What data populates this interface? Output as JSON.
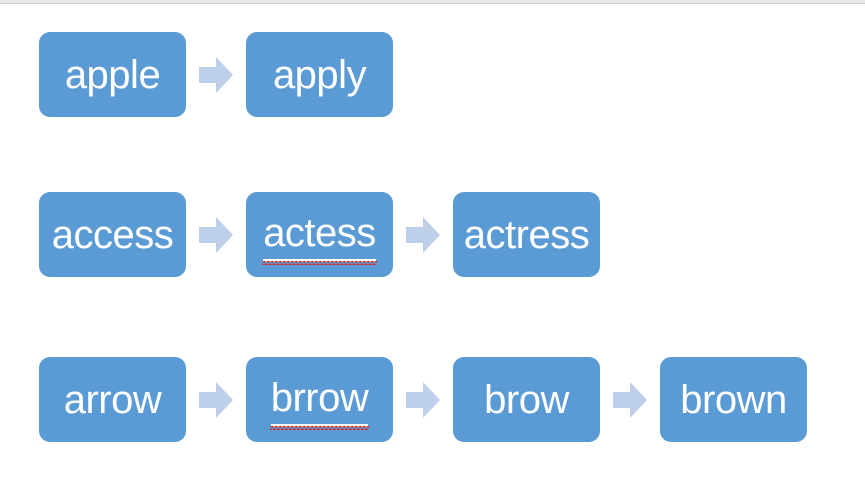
{
  "slide": {
    "colors": {
      "background": "#ffffff",
      "top_border": "#e8e8e8",
      "top_border_edge": "#d2d2d2",
      "box_fill": "#5b9bd5",
      "arrow_fill": "#bdcfe9",
      "word_text": "#ffffff",
      "underline": "#ffffff",
      "squiggle": "#e0261f"
    },
    "arrow_icon": "right-block-arrow",
    "rows": [
      {
        "words": [
          {
            "text": "apple",
            "misspelled": false
          },
          {
            "text": "apply",
            "misspelled": false
          }
        ]
      },
      {
        "words": [
          {
            "text": "access",
            "misspelled": false
          },
          {
            "text": "actess",
            "misspelled": true
          },
          {
            "text": "actress",
            "misspelled": false
          }
        ]
      },
      {
        "words": [
          {
            "text": "arrow",
            "misspelled": false
          },
          {
            "text": "brrow",
            "misspelled": true
          },
          {
            "text": "brow",
            "misspelled": false
          },
          {
            "text": "brown",
            "misspelled": false
          }
        ]
      }
    ]
  }
}
